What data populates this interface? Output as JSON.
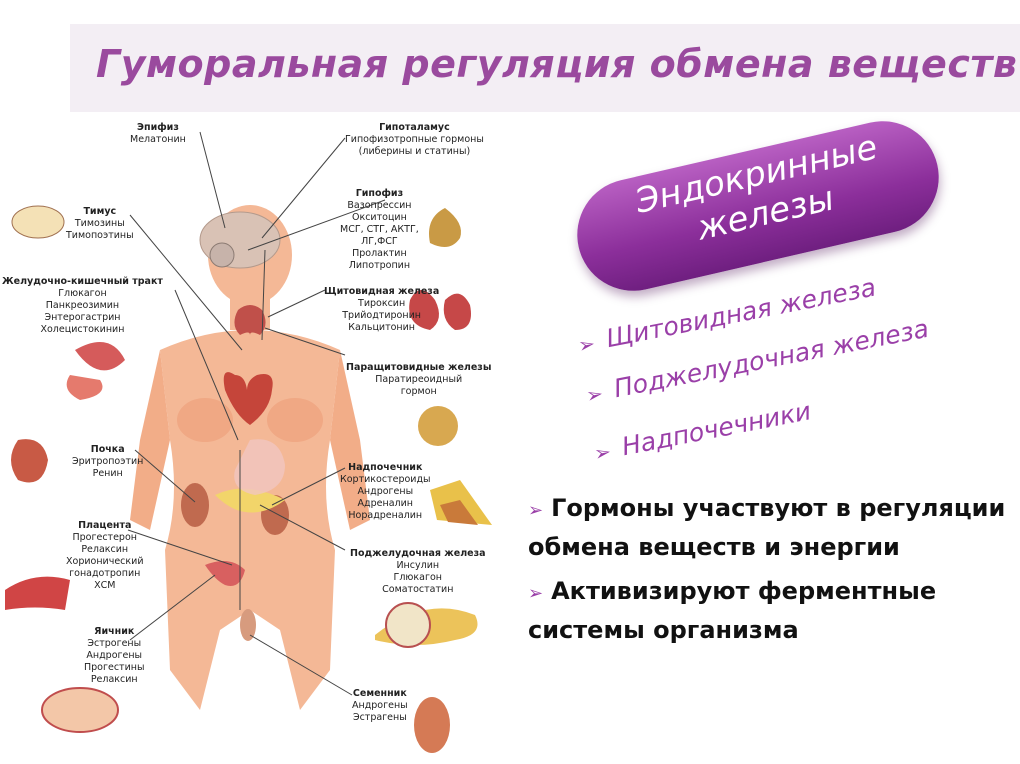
{
  "title": "Гуморальная регуляция обмена веществ",
  "badge": "Эндокринные железы",
  "glands": [
    "Щитовидная железа",
    "Поджелудочная железа",
    "Надпочечники"
  ],
  "facts": [
    "Гормоны участвуют в регуляции обмена веществ и энергии",
    "Активизируют ферментные системы организма"
  ],
  "labels": {
    "epiphysis": {
      "name": "Эпифиз",
      "items": [
        "Мелатонин"
      ]
    },
    "hypothalamus": {
      "name": "Гипоталамус",
      "items": [
        "Гипофизотропные гормоны",
        "(либерины и статины)"
      ]
    },
    "thymus": {
      "name": "Тимус",
      "items": [
        "Тимозины",
        "Тимопоэтины"
      ]
    },
    "pituitary": {
      "name": "Гипофиз",
      "items": [
        "Вазопрессин",
        "Окситоцин",
        "МСГ, СТГ, АКТГ,",
        "ЛГ,ФСГ",
        "Пролактин",
        "Липотропин"
      ]
    },
    "gi_tract": {
      "name": "Желудочно-кишечный тракт",
      "items": [
        "Глюкагон",
        "Панкреозимин",
        "Энтерогастрин",
        "Холецистокинин"
      ]
    },
    "thyroid": {
      "name": "Щитовидная железа",
      "items": [
        "Тироксин",
        "Трийодтиронин",
        "Кальцитонин"
      ]
    },
    "parathyroid": {
      "name": "Паращитовидные железы",
      "items": [
        "Паратиреоидный",
        "гормон"
      ]
    },
    "kidney": {
      "name": "Почка",
      "items": [
        "Эритропоэтин",
        "Ренин"
      ]
    },
    "adrenal": {
      "name": "Надпочечник",
      "items": [
        "Кортикостероиды",
        "Андрогены",
        "Адреналин",
        "Норадреналин"
      ]
    },
    "placenta": {
      "name": "Плацента",
      "items": [
        "Прогестерон",
        "Релаксин",
        "Хорионический",
        "гонадотропин",
        "ХСМ"
      ]
    },
    "pancreas": {
      "name": "Поджелудочная железа",
      "items": [
        "Инсулин",
        "Глюкагон",
        "Соматостатин"
      ]
    },
    "ovary": {
      "name": "Яичник",
      "items": [
        "Эстрогены",
        "Андрогены",
        "Прогестины",
        "Релаксин"
      ]
    },
    "testis": {
      "name": "Семенник",
      "items": [
        "Андрогены",
        "Эстрагены"
      ]
    }
  }
}
